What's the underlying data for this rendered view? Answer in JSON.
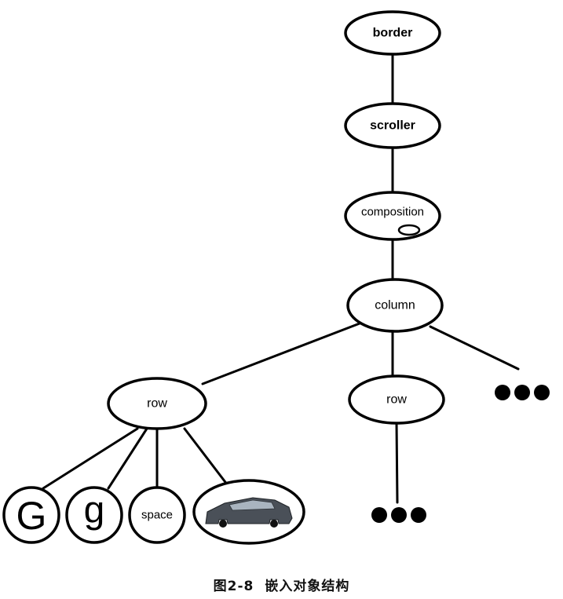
{
  "nodes": {
    "border": "border",
    "scroller": "scroller",
    "composition": "composition",
    "column": "column",
    "row_left": "row",
    "row_middle": "row",
    "glyph_upper": "G",
    "glyph_lower": "g",
    "space": "space"
  },
  "embedded_object": {
    "icon": "car-icon"
  },
  "ellipsis_markers": {
    "icon": "ellipsis-icon",
    "count": 2
  },
  "caption": {
    "figure_number": "图2-8",
    "title": "嵌入对象结构"
  }
}
